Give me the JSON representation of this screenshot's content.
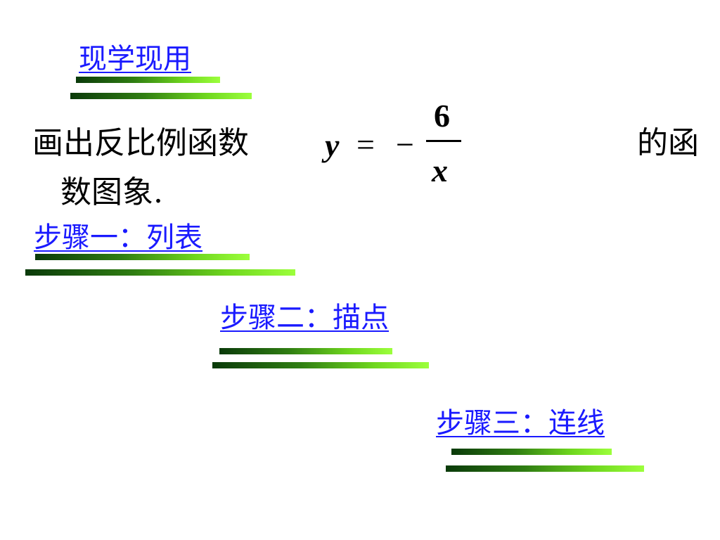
{
  "heading": "现学现用",
  "task": {
    "prefix": "画出反比例函数",
    "var_y": "y",
    "equals": "=",
    "minus": "−",
    "numerator": "6",
    "denominator": "x",
    "suffix": "的函",
    "line2": "数图象."
  },
  "steps": [
    {
      "label": "步骤一：列表"
    },
    {
      "label": "步骤二：描点"
    },
    {
      "label": "步骤三：连线"
    }
  ],
  "colors": {
    "heading_text": "#1a1aff",
    "bar_dark": "#0a3a0a",
    "bar_light": "#9cff3c"
  }
}
